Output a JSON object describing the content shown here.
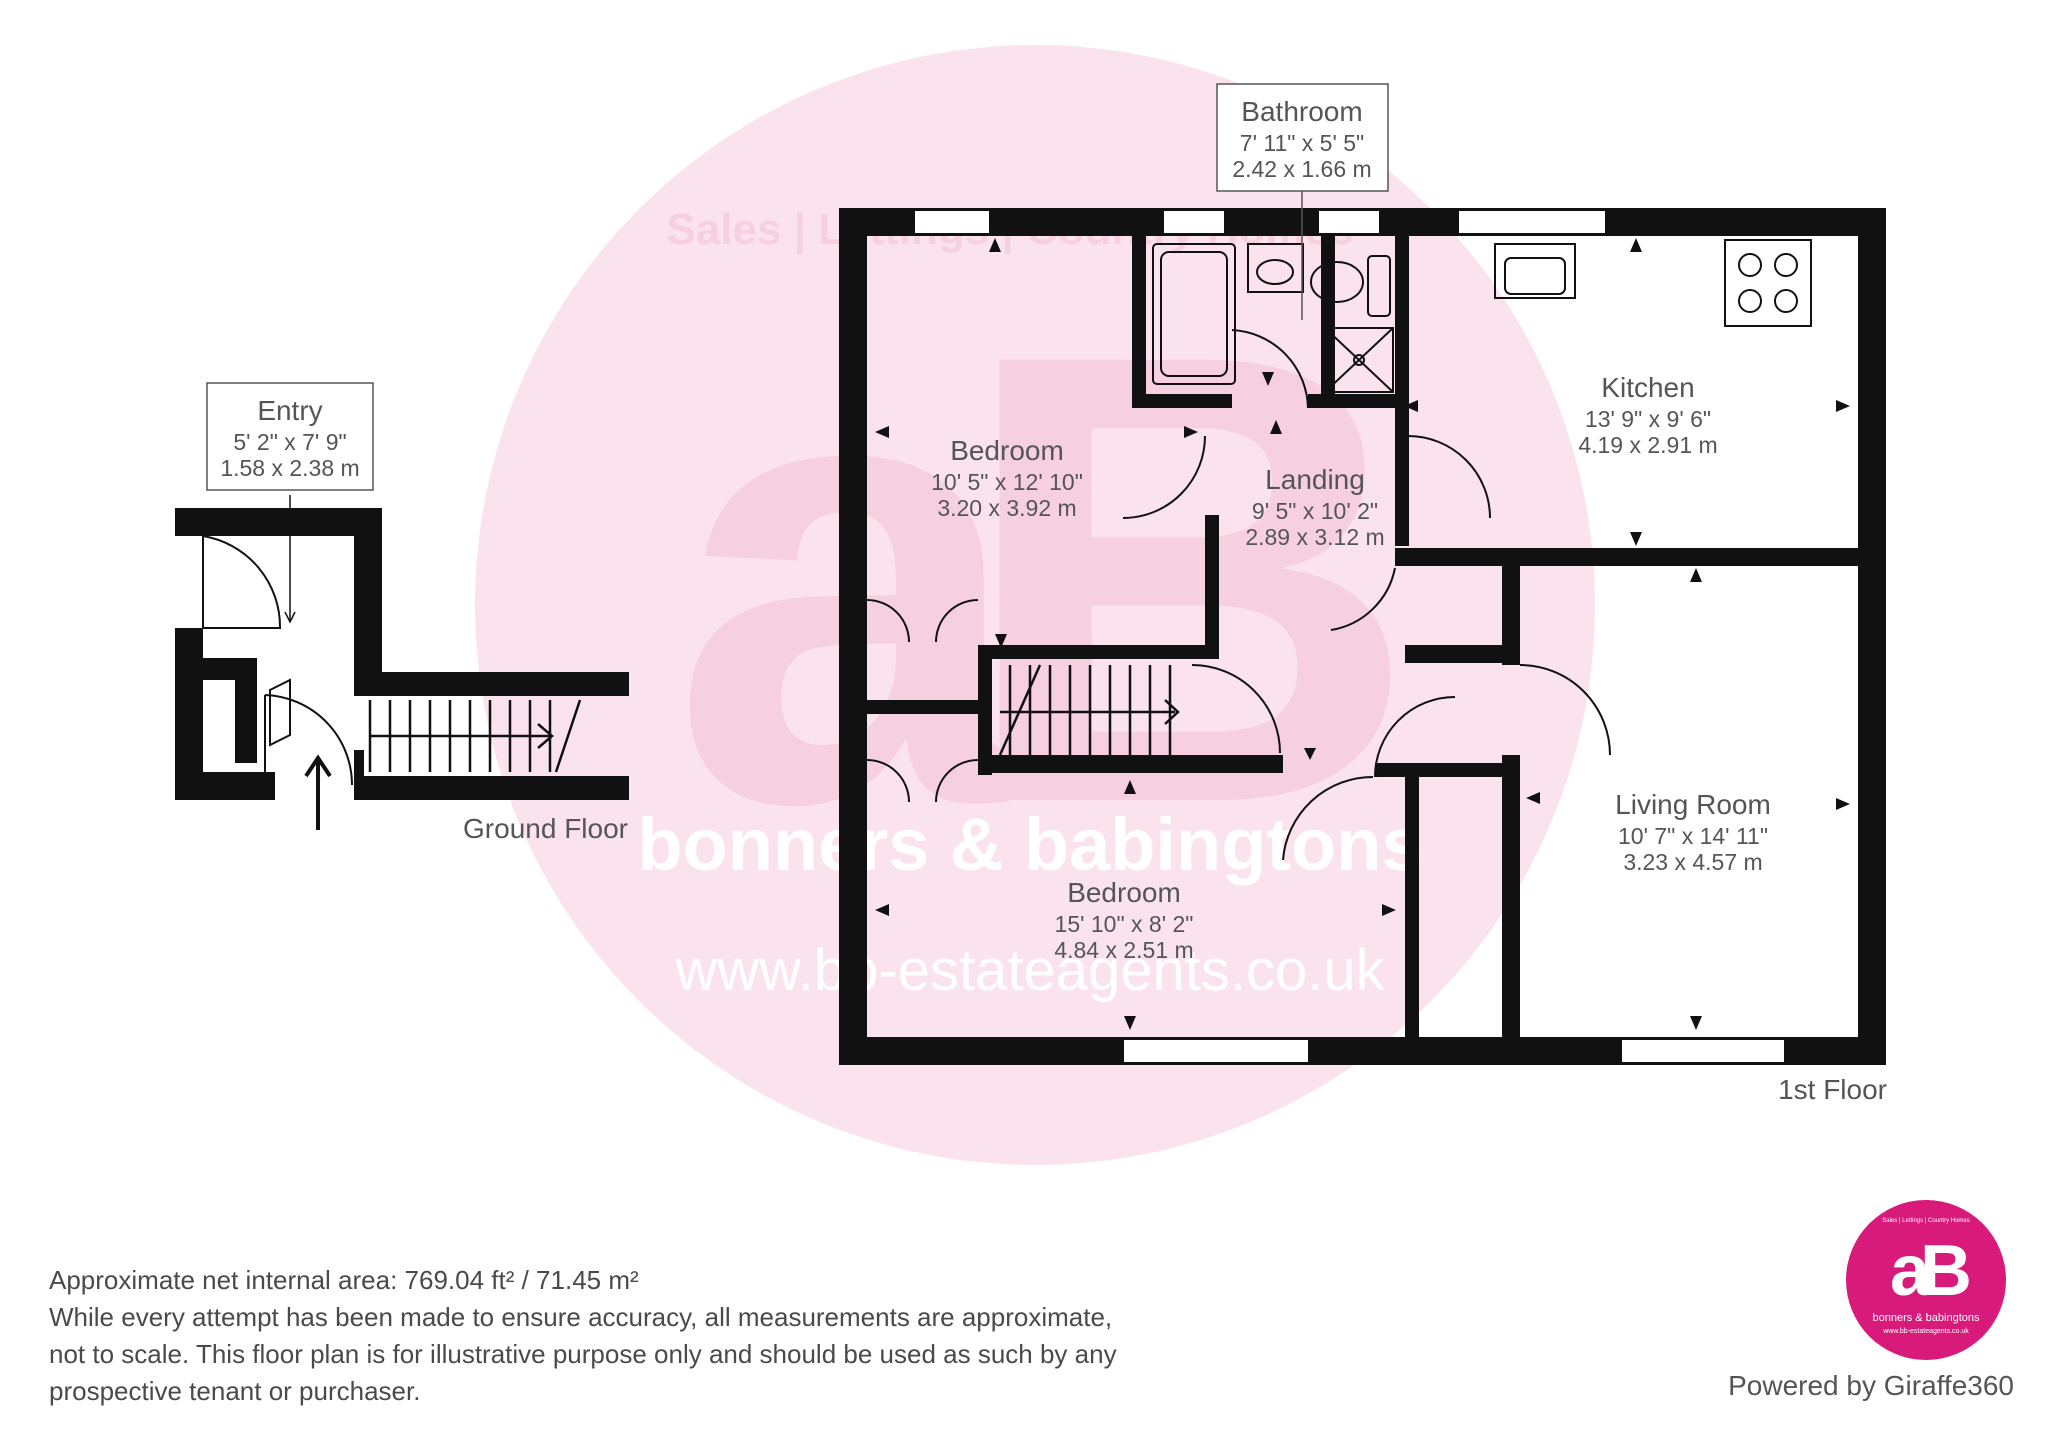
{
  "watermark": {
    "tagline": "Sales | Lettings | Country Homes",
    "brand": "bonners & babingtons",
    "url": "www.bb-estateagents.co.uk",
    "monogram": "aB",
    "color": "#fbe3ee"
  },
  "floors": {
    "ground": "Ground Floor",
    "first": "1st Floor"
  },
  "rooms": {
    "entry": {
      "name": "Entry",
      "imperial": "5' 2\" x 7' 9\"",
      "metric": "1.58 x 2.38 m"
    },
    "bathroom": {
      "name": "Bathroom",
      "imperial": "7' 11\" x 5' 5\"",
      "metric": "2.42 x 1.66 m"
    },
    "bedroom1": {
      "name": "Bedroom",
      "imperial": "10' 5\" x 12' 10\"",
      "metric": "3.20 x 3.92 m"
    },
    "landing": {
      "name": "Landing",
      "imperial": "9' 5\" x 10' 2\"",
      "metric": "2.89 x 3.12 m"
    },
    "kitchen": {
      "name": "Kitchen",
      "imperial": "13' 9\" x 9' 6\"",
      "metric": "4.19 x 2.91 m"
    },
    "living": {
      "name": "Living Room",
      "imperial": "10' 7\" x 14' 11\"",
      "metric": "3.23 x 4.57 m"
    },
    "bedroom2": {
      "name": "Bedroom",
      "imperial": "15' 10\" x 8' 2\"",
      "metric": "4.84 x 2.51 m"
    }
  },
  "footer": {
    "area": "Approximate net internal area: 769.04 ft² / 71.45 m²",
    "disclaimer_lines": [
      "While every attempt has been made to ensure accuracy, all measurements are approximate,",
      "not to scale. This floor plan is for illustrative purpose only and should be used as such by any",
      "prospective tenant or purchaser."
    ],
    "powered_by": "Powered by Giraffe360"
  },
  "logo": {
    "monogram": "aB",
    "tagline": "Sales | Lettings | Country Homes",
    "brand": "bonners & babingtons",
    "url": "www.bb-estateagents.co.uk",
    "color": "#d81b7a"
  },
  "colors": {
    "wall": "#111111",
    "text": "#555555"
  }
}
